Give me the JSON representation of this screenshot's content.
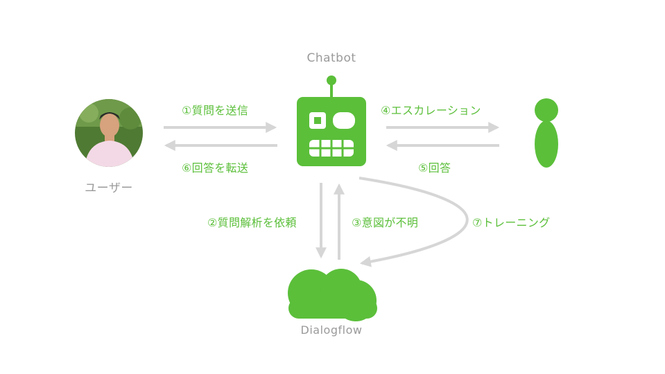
{
  "nodes": {
    "chatbot": {
      "label": "Chatbot",
      "icon": "robot-icon"
    },
    "user": {
      "label": "ユーザー",
      "icon": "user-photo-avatar"
    },
    "operator": {
      "label": "",
      "icon": "person-icon"
    },
    "dialogflow": {
      "label": "Dialogflow",
      "icon": "cloud-icon"
    }
  },
  "edges": [
    {
      "id": "e1",
      "from": "user",
      "to": "chatbot",
      "label": "①質問を送信"
    },
    {
      "id": "e2",
      "from": "chatbot",
      "to": "dialogflow",
      "label": "②質問解析を依頼"
    },
    {
      "id": "e3",
      "from": "dialogflow",
      "to": "chatbot",
      "label": "③意図が不明"
    },
    {
      "id": "e4",
      "from": "chatbot",
      "to": "operator",
      "label": "④エスカレーション"
    },
    {
      "id": "e5",
      "from": "operator",
      "to": "chatbot",
      "label": "⑤回答"
    },
    {
      "id": "e6",
      "from": "chatbot",
      "to": "user",
      "label": "⑥回答を転送"
    },
    {
      "id": "e7",
      "from": "chatbot",
      "to": "dialogflow",
      "label": "⑦トレーニング"
    }
  ],
  "colors": {
    "accent_green": "#5bbf3a",
    "arrow_gray": "#d6d6d6",
    "label_gray": "#9a9a9a"
  }
}
